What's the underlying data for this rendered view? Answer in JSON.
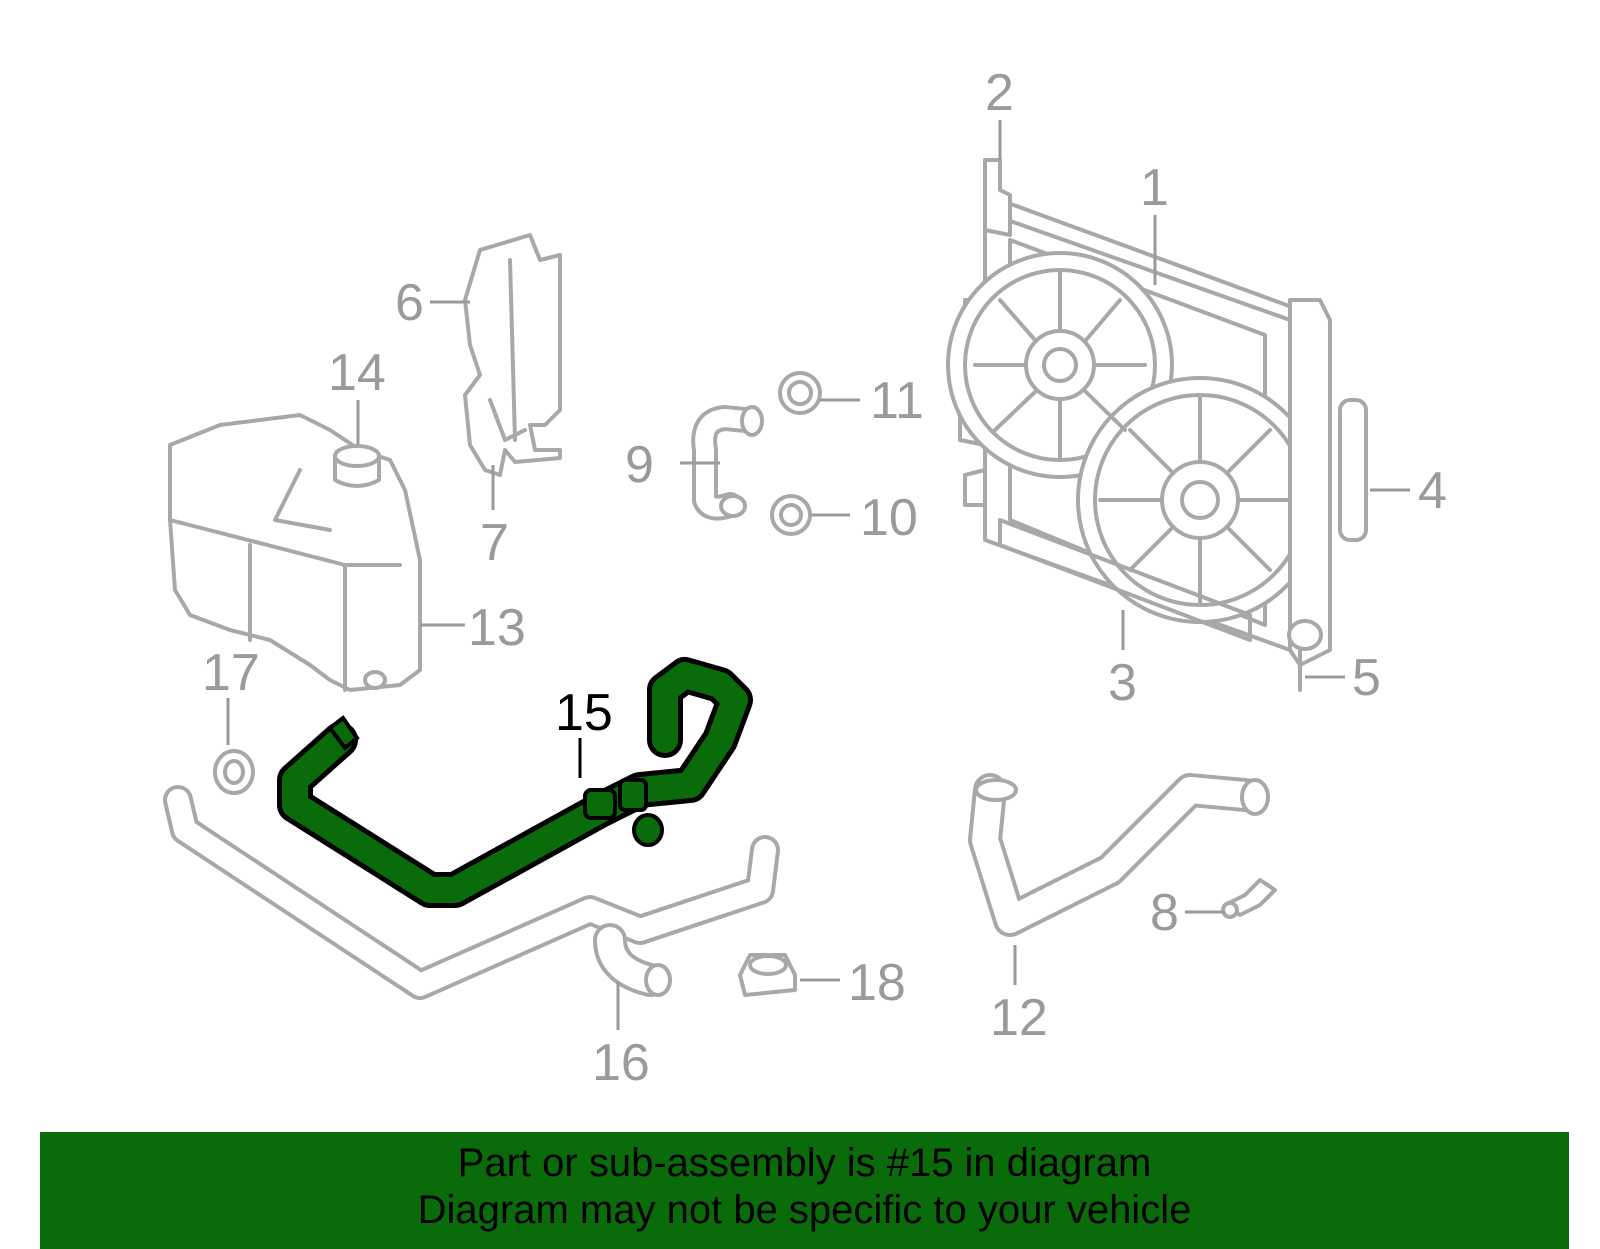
{
  "diagram": {
    "callouts": [
      "1",
      "2",
      "3",
      "4",
      "5",
      "6",
      "7",
      "8",
      "9",
      "10",
      "11",
      "12",
      "13",
      "14",
      "15",
      "16",
      "17",
      "18"
    ],
    "highlighted_part": "15",
    "colors": {
      "highlight": "#0a6b0a",
      "part_lines": "#a8a8a8",
      "labels": "#9a9a9a",
      "banner": "#0a6b0a"
    }
  },
  "banner": {
    "line1": "Part or sub-assembly is #15 in diagram",
    "line2": "Diagram may not be specific to your vehicle"
  }
}
